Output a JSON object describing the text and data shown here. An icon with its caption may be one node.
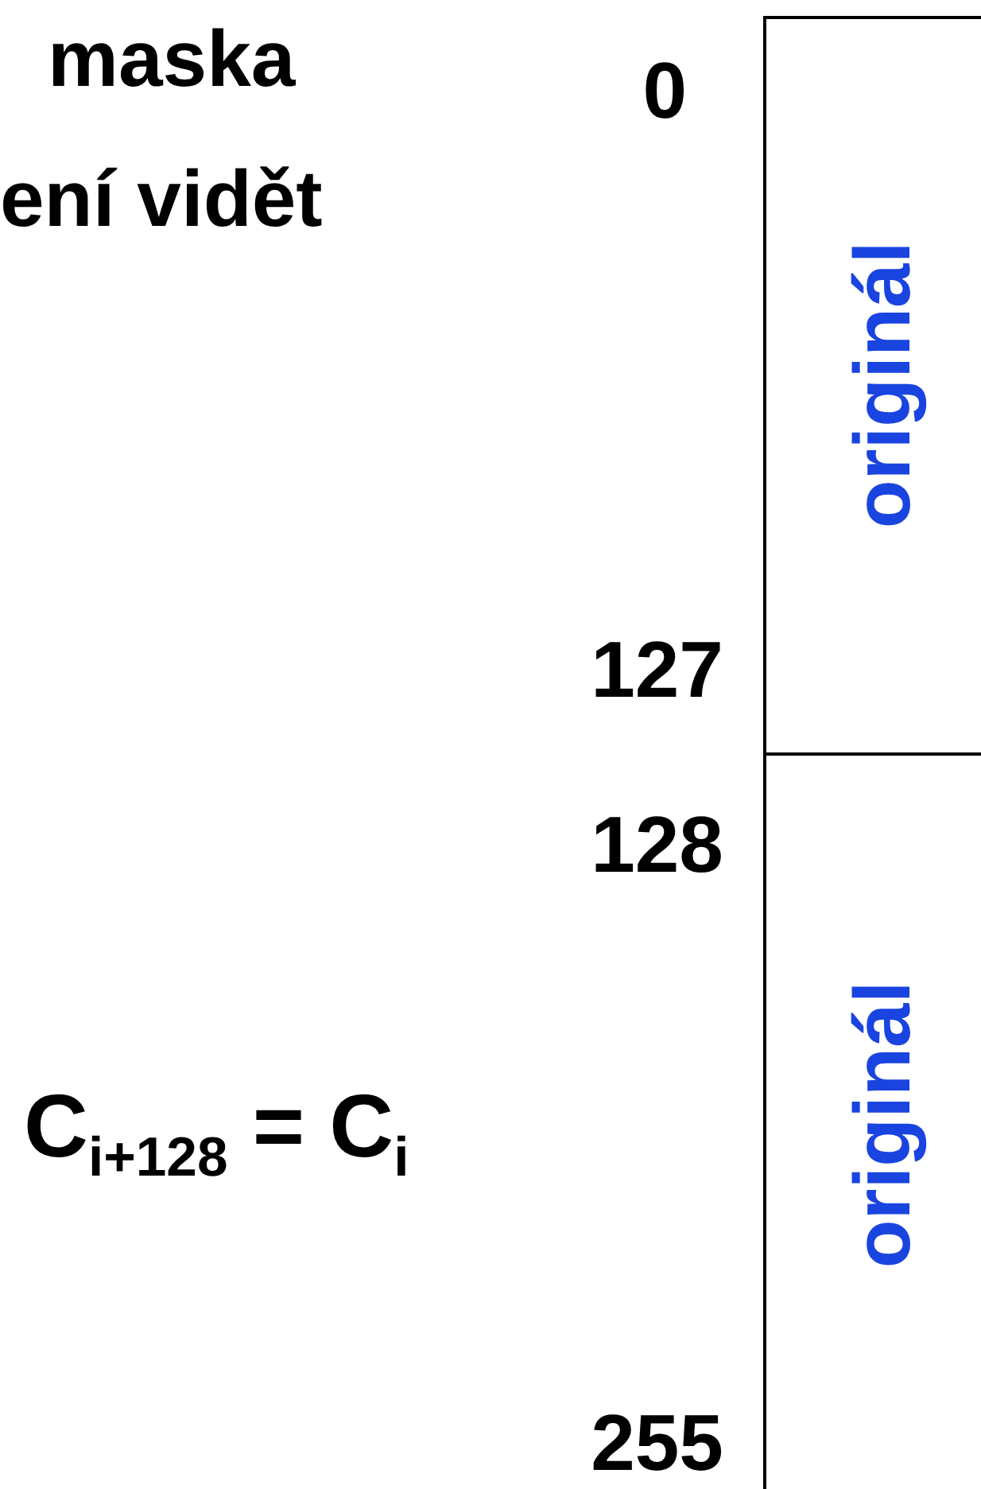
{
  "diagram": {
    "nodes": [
      {
        "text": [
          "originál"
        ]
      },
      {
        "text": [
          "originál"
        ]
      }
    ],
    "labels": [
      "maska",
      "ení vidět",
      "0",
      "127",
      "128",
      "C$_{i+128}$ = C$_{i}$",
      "255"
    ]
  }
}
